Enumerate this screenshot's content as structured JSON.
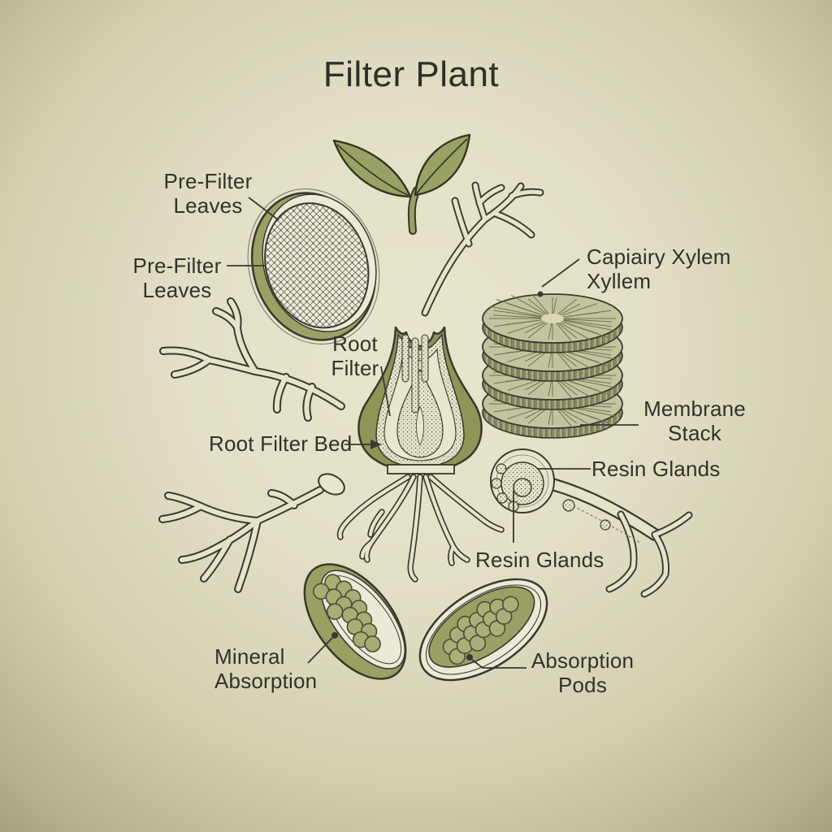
{
  "title": "Filter Plant",
  "palette": {
    "background_center": "#e8e5cd",
    "background_edge": "#a3a17f",
    "ink": "#33312a",
    "line": "#3a382f",
    "olive": "#9aa166",
    "olive_dark": "#8e9556",
    "khaki_top": "#c3c49d",
    "khaki_side": "#a8aa81",
    "cream": "#ece9d8"
  },
  "labels": {
    "pre_filter_top": {
      "lines": [
        "Pre-Filter",
        "Leaves"
      ]
    },
    "pre_filter_bottom": {
      "lines": [
        "Pre-Filter",
        "Leaves"
      ]
    },
    "capillary_xylem": {
      "lines": [
        "Capiairy Xylem",
        "Xyllem"
      ]
    },
    "root_filter": {
      "lines": [
        "Root",
        "Filter"
      ]
    },
    "root_filter_bed": {
      "lines": [
        "Root Filter Bed"
      ]
    },
    "membrane_stack": {
      "lines": [
        "Membrane",
        "Stack"
      ]
    },
    "resin_glands_right": {
      "lines": [
        "Resin Glands"
      ]
    },
    "resin_glands_bottom": {
      "lines": [
        "Resin Glands"
      ]
    },
    "mineral_absorption": {
      "lines": [
        "Mineral",
        "Absorption"
      ]
    },
    "absorption_pods": {
      "lines": [
        "Absorption",
        "Pods"
      ]
    }
  },
  "illustrations": [
    "seedling-sprout",
    "pre-filter-mesh-disc",
    "branch-twig-upper-right",
    "branch-twig-left-upper",
    "branch-twig-left-lower",
    "root-filter-bulb",
    "membrane-stack-discs",
    "resin-gland",
    "mineral-absorption-pod",
    "absorption-pod"
  ]
}
